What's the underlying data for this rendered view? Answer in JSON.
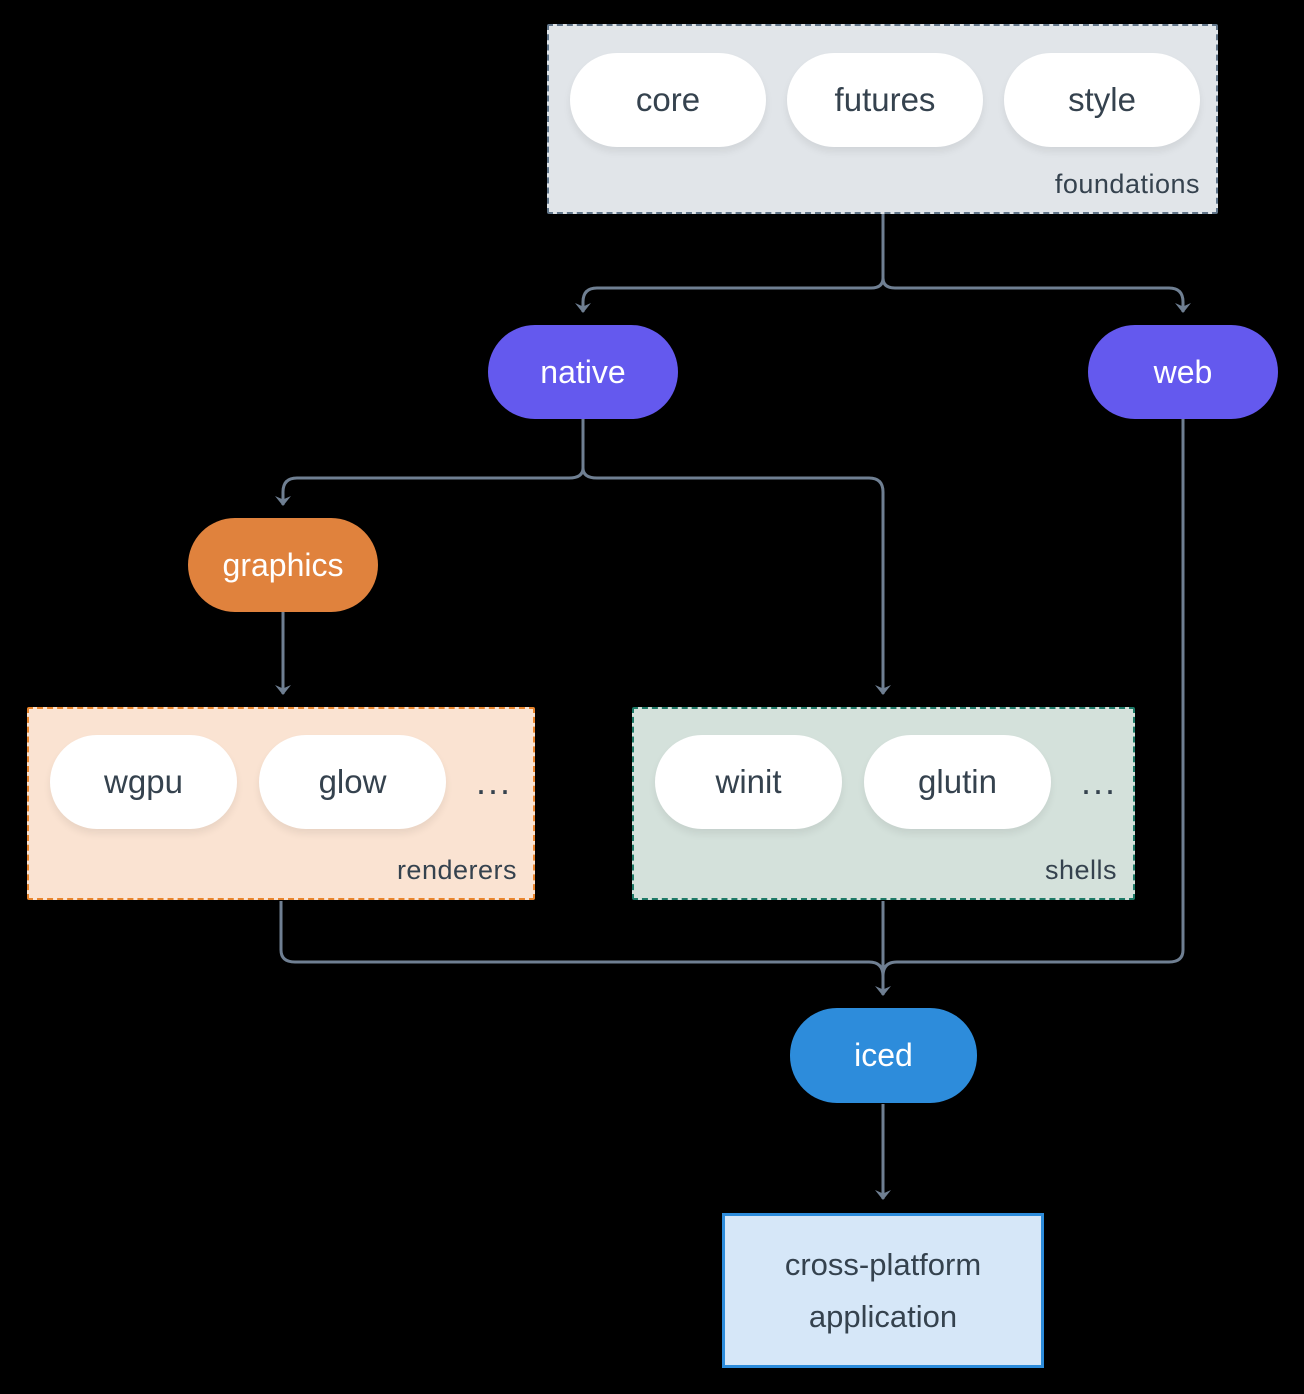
{
  "diagram": {
    "background_color": "#000000",
    "connector_color": "#6F7F92",
    "foundations": {
      "label": "foundations",
      "fill": "#E1E5E9",
      "border_color": "#62768A",
      "pills": [
        "core",
        "futures",
        "style"
      ]
    },
    "native": {
      "label": "native",
      "fill": "#6459EE"
    },
    "web": {
      "label": "web",
      "fill": "#6459EE"
    },
    "graphics": {
      "label": "graphics",
      "fill": "#E0823D"
    },
    "renderers": {
      "label": "renderers",
      "fill": "#FAE3D2",
      "border_color": "#E8852D",
      "pills": [
        "wgpu",
        "glow"
      ],
      "ellipsis": "..."
    },
    "shells": {
      "label": "shells",
      "fill": "#D4E1DB",
      "border_color": "#1E7A67",
      "pills": [
        "winit",
        "glutin"
      ],
      "ellipsis": "..."
    },
    "iced": {
      "label": "iced",
      "fill": "#2D8CDB"
    },
    "application": {
      "label_line1": "cross-platform",
      "label_line2": "application",
      "fill": "#D6E7F8",
      "border_color": "#2D8CDB"
    }
  }
}
